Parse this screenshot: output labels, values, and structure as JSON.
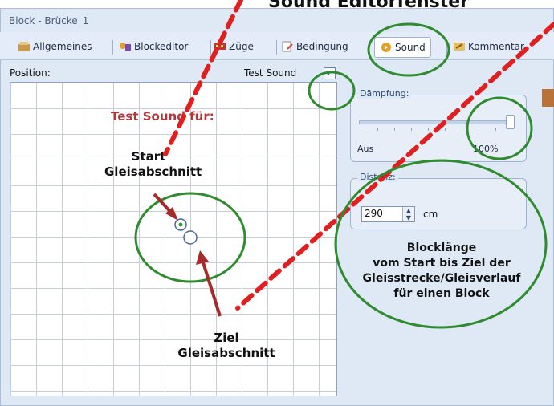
{
  "top_caption": "Sound Editorfenster",
  "window": {
    "title": "Block - Brücke_1"
  },
  "tabs": [
    {
      "label": "Allgemeines",
      "icon": "settings-icon"
    },
    {
      "label": "Blockeditor",
      "icon": "block-editor-icon"
    },
    {
      "label": "Züge",
      "icon": "train-icon"
    },
    {
      "label": "Bedingung",
      "icon": "condition-icon"
    },
    {
      "label": "Sound",
      "icon": "sound-icon"
    },
    {
      "label": "Kommentar",
      "icon": "comment-icon"
    }
  ],
  "position_label": "Position:",
  "test_sound": {
    "label": "Test Sound",
    "checked": true,
    "mark": "✓"
  },
  "grid": {
    "title": "Test Sound für:",
    "start_label_1": "Start",
    "start_label_2": "Gleisabschnitt",
    "ziel_label_1": "Ziel",
    "ziel_label_2": "Gleisabschnitt"
  },
  "daempfung": {
    "label": "Dämpfung:",
    "min_label": "Aus",
    "max_label": "100%",
    "level": 1.0
  },
  "distanz": {
    "label": "Distanz:",
    "value": "290",
    "unit": "cm"
  },
  "description": {
    "line1": "Blocklänge",
    "line2": "vom Start bis Ziel der",
    "line3": "Gleisstrecke/Gleisverlauf",
    "line4": "für einen Block"
  },
  "colors": {
    "accent_red": "#e02020",
    "highlight_green": "#2e8b2e",
    "grid_title": "#b5363d",
    "arrow": "#a52a2a"
  }
}
